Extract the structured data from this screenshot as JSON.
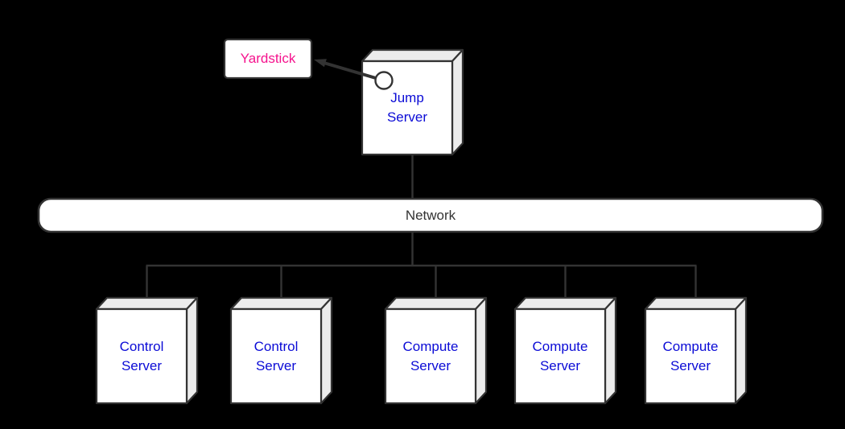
{
  "diagram": {
    "colors": {
      "background": "#000000",
      "stroke": "#333333",
      "box_fill": "#ffffff",
      "side_fill": "#ececec",
      "label_blue": "#0b0bd6",
      "yardstick_pink": "#f5138d",
      "network_text": "#333333"
    },
    "yardstick": {
      "label": "Yardstick"
    },
    "jump_server": {
      "line1": "Jump",
      "line2": "Server"
    },
    "network": {
      "label": "Network"
    },
    "servers": [
      {
        "line1": "Control",
        "line2": "Server"
      },
      {
        "line1": "Control",
        "line2": "Server"
      },
      {
        "line1": "Compute",
        "line2": "Server"
      },
      {
        "line1": "Compute",
        "line2": "Server"
      },
      {
        "line1": "Compute",
        "line2": "Server"
      }
    ]
  }
}
